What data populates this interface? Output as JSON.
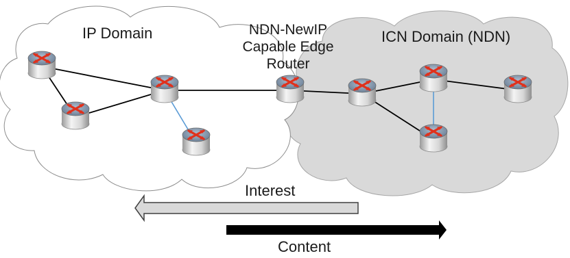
{
  "domains": {
    "ip": {
      "label": "IP Domain"
    },
    "icn": {
      "label": "ICN Domain (NDN)"
    }
  },
  "edge_router": {
    "label_lines": [
      "NDN-NewIP",
      "Capable Edge",
      "Router"
    ]
  },
  "flows": {
    "interest": {
      "label": "Interest",
      "direction": "left",
      "color": "#d9d9d9"
    },
    "content": {
      "label": "Content",
      "direction": "right",
      "color": "#000000"
    }
  },
  "nodes": [
    {
      "id": "ip1",
      "domain": "ip"
    },
    {
      "id": "ip2",
      "domain": "ip"
    },
    {
      "id": "ip3",
      "domain": "ip"
    },
    {
      "id": "ip4",
      "domain": "ip"
    },
    {
      "id": "edge",
      "domain": "boundary"
    },
    {
      "id": "icn1",
      "domain": "icn"
    },
    {
      "id": "icn2",
      "domain": "icn"
    },
    {
      "id": "icn3",
      "domain": "icn"
    },
    {
      "id": "icn4",
      "domain": "icn"
    }
  ],
  "links": [
    {
      "from": "ip1",
      "to": "ip3",
      "style": "black"
    },
    {
      "from": "ip1",
      "to": "ip2",
      "style": "black"
    },
    {
      "from": "ip2",
      "to": "ip3",
      "style": "black"
    },
    {
      "from": "ip3",
      "to": "ip4",
      "style": "blue"
    },
    {
      "from": "ip3",
      "to": "edge",
      "style": "black"
    },
    {
      "from": "edge",
      "to": "icn1",
      "style": "black"
    },
    {
      "from": "icn1",
      "to": "icn2",
      "style": "black"
    },
    {
      "from": "icn1",
      "to": "icn3",
      "style": "black"
    },
    {
      "from": "icn2",
      "to": "icn4",
      "style": "black"
    },
    {
      "from": "icn2",
      "to": "icn3",
      "style": "blue"
    }
  ],
  "colors": {
    "ip_cloud_fill": "#ffffff",
    "icn_cloud_fill": "#d9d9d9",
    "cloud_stroke": "#8c8c8c",
    "link_black": "#000000",
    "link_blue": "#5b9bd5",
    "router_top": "#7f93a8",
    "router_arrow": "#e0311c"
  }
}
